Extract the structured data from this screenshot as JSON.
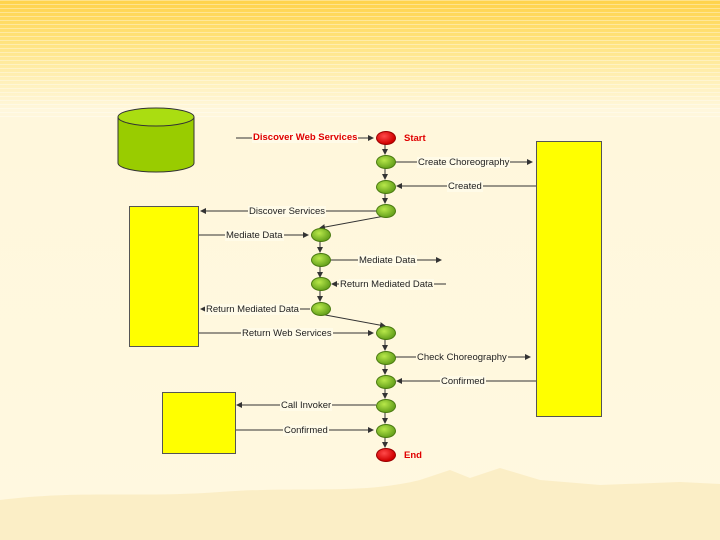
{
  "nodes": {
    "start_label": "Start",
    "end_label": "End"
  },
  "messages": {
    "discover_web_services": "Discover Web Services",
    "create_choreography": "Create Choreography",
    "created": "Created",
    "discover_services": "Discover Services",
    "mediate_data_1": "Mediate Data",
    "mediate_data_2": "Mediate Data",
    "return_mediated_data_1": "Return Mediated Data",
    "return_mediated_data_2": "Return Mediated Data",
    "return_web_services": "Return Web Services",
    "check_choreography": "Check Choreography",
    "confirmed_1": "Confirmed",
    "call_invoker": "Call Invoker",
    "confirmed_2": "Confirmed"
  },
  "colors": {
    "box_fill": "#ffff00",
    "database_fill": "#99cc00",
    "node_green": "#6aa51e",
    "node_red": "#d00000",
    "red_text": "#e00000"
  }
}
